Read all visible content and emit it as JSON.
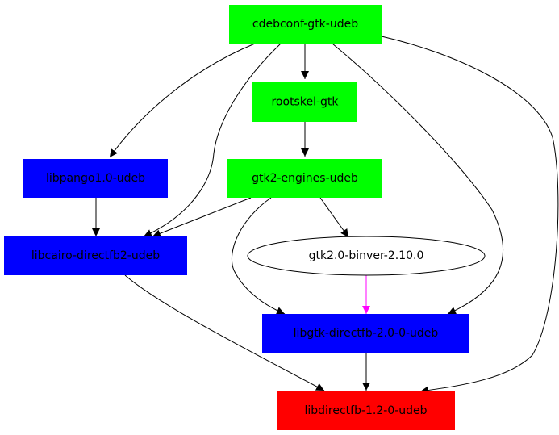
{
  "colors": {
    "green": "#00ff00",
    "blue": "#0000ff",
    "red": "#ff0000",
    "ellipse_fill": "#ffffff",
    "edge_default": "#000000",
    "edge_highlight": "#ff00ff"
  },
  "nodes": {
    "cdebconf_gtk_udeb": {
      "label": "cdebconf-gtk-udeb",
      "shape": "box",
      "fill": "green"
    },
    "rootskel_gtk": {
      "label": "rootskel-gtk",
      "shape": "box",
      "fill": "green"
    },
    "gtk2_engines_udeb": {
      "label": "gtk2-engines-udeb",
      "shape": "box",
      "fill": "green"
    },
    "libpango1_0_udeb": {
      "label": "libpango1.0-udeb",
      "shape": "box",
      "fill": "blue"
    },
    "libcairo_directfb2_udeb": {
      "label": "libcairo-directfb2-udeb",
      "shape": "box",
      "fill": "blue"
    },
    "gtk2_0_binver": {
      "label": "gtk2.0-binver-2.10.0",
      "shape": "ellipse",
      "fill": "ellipse_fill"
    },
    "libgtk_directfb_udeb": {
      "label": "libgtk-directfb-2.0-0-udeb",
      "shape": "box",
      "fill": "blue"
    },
    "libdirectfb_udeb": {
      "label": "libdirectfb-1.2-0-udeb",
      "shape": "box",
      "fill": "red"
    }
  },
  "edges": [
    {
      "from": "cdebconf-gtk-udeb",
      "to": "rootskel-gtk",
      "color": "edge_default"
    },
    {
      "from": "cdebconf-gtk-udeb",
      "to": "libpango1.0-udeb",
      "color": "edge_default"
    },
    {
      "from": "cdebconf-gtk-udeb",
      "to": "libcairo-directfb2-udeb",
      "color": "edge_default"
    },
    {
      "from": "cdebconf-gtk-udeb",
      "to": "libgtk-directfb-2.0-0-udeb",
      "color": "edge_default"
    },
    {
      "from": "cdebconf-gtk-udeb",
      "to": "libdirectfb-1.2-0-udeb",
      "color": "edge_default"
    },
    {
      "from": "rootskel-gtk",
      "to": "gtk2-engines-udeb",
      "color": "edge_default"
    },
    {
      "from": "gtk2-engines-udeb",
      "to": "libcairo-directfb2-udeb",
      "color": "edge_default"
    },
    {
      "from": "gtk2-engines-udeb",
      "to": "gtk2.0-binver-2.10.0",
      "color": "edge_default"
    },
    {
      "from": "gtk2-engines-udeb",
      "to": "libgtk-directfb-2.0-0-udeb",
      "color": "edge_default"
    },
    {
      "from": "libpango1.0-udeb",
      "to": "libcairo-directfb2-udeb",
      "color": "edge_default"
    },
    {
      "from": "libcairo-directfb2-udeb",
      "to": "libdirectfb-1.2-0-udeb",
      "color": "edge_default"
    },
    {
      "from": "gtk2.0-binver-2.10.0",
      "to": "libgtk-directfb-2.0-0-udeb",
      "color": "edge_highlight"
    },
    {
      "from": "libgtk-directfb-2.0-0-udeb",
      "to": "libdirectfb-1.2-0-udeb",
      "color": "edge_default"
    }
  ]
}
